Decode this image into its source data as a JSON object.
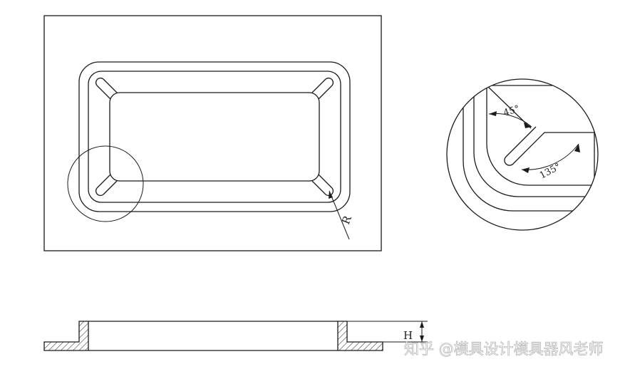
{
  "labels": {
    "radius": "R",
    "angle_small": "45°",
    "angle_large": "135°",
    "height": "H"
  },
  "watermark": "知乎 @模具设计模具器风老师"
}
